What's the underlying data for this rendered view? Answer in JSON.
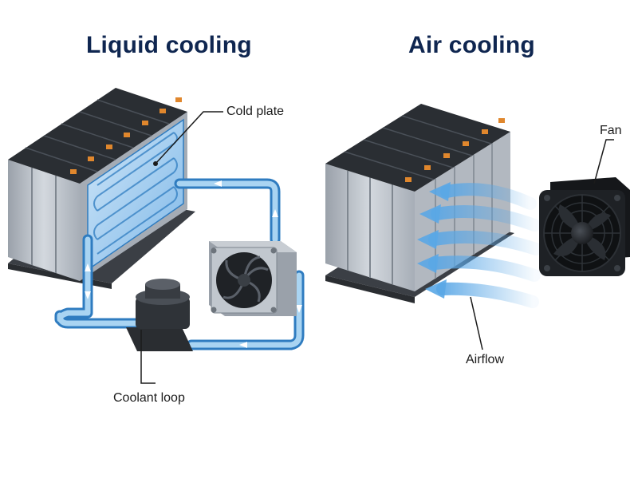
{
  "panels": {
    "liquid": {
      "title": "Liquid cooling"
    },
    "air": {
      "title": "Air cooling"
    }
  },
  "callouts": {
    "cold_plate": "Cold plate",
    "coolant_loop": "Coolant loop",
    "fan": "Fan",
    "airflow": "Airflow"
  },
  "colors": {
    "title": "#0f2650",
    "coolant": "#3d97dc",
    "coolant_light": "#a9d4f2",
    "airflow": "#5aa7e6",
    "cell_body": "#b8bec6",
    "cell_top": "#2a2e33",
    "terminal": "#e0872d",
    "fan_frame": "#1e2125"
  },
  "icons": [
    "battery-pack-icon",
    "cold-plate-icon",
    "pump-icon",
    "radiator-fan-icon",
    "axial-fan-icon",
    "airflow-arrow-icon"
  ]
}
